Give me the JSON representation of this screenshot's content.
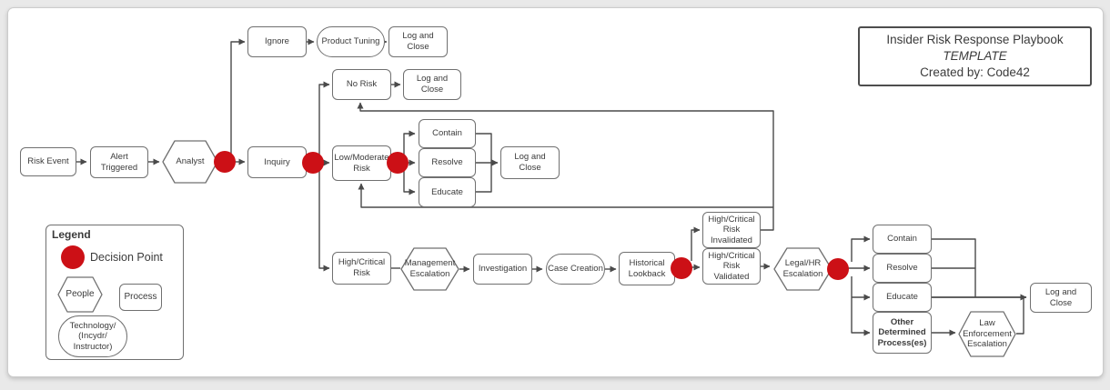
{
  "colors": {
    "page_bg": "#e9e9e9",
    "card_bg": "#ffffff",
    "card_border": "#cccccc",
    "node_border": "#707070",
    "edge": "#4a4a4a",
    "text": "#3b3b3b",
    "decision_point": "#cc1016",
    "title_border": "#4d4d4d"
  },
  "title_box": {
    "line1": "Insider Risk Response Playbook",
    "line2": "TEMPLATE",
    "line3": "Created by: Code42"
  },
  "legend": {
    "title": "Legend",
    "decision_point": "Decision Point",
    "people": "People",
    "process": "Process",
    "technology": "Technology/\n(Incydr/\nInstructor)"
  },
  "nodes": {
    "risk_event": "Risk Event",
    "alert_triggered": "Alert\nTriggered",
    "analyst": "Analyst",
    "ignore": "Ignore",
    "product_tuning": "Product Tuning",
    "log_and_close_top": "Log and\nClose",
    "inquiry": "Inquiry",
    "no_risk": "No Risk",
    "log_and_close_no_risk": "Log and\nClose",
    "low_moderate_risk": "Low/Moderate\nRisk",
    "contain_mid": "Contain",
    "resolve_mid": "Resolve",
    "educate_mid": "Educate",
    "log_and_close_mid": "Log and\nClose",
    "high_critical_risk": "High/Critical\nRisk",
    "management_escalation": "Management\nEscalation",
    "investigation": "Investigation",
    "case_creation": "Case Creation",
    "historical_lookback": "Historical\nLookback",
    "high_critical_invalidated": "High/Critical\nRisk\nInvalidated",
    "high_critical_validated": "High/Critical\nRisk\nValidated",
    "legal_hr_escalation": "Legal/HR\nEscalation",
    "contain_right": "Contain",
    "resolve_right": "Resolve",
    "educate_right": "Educate",
    "other_determined": "Other\nDetermined\nProcess(es)",
    "law_enforcement_escalation": "Law\nEnforcement\nEscalation",
    "log_and_close_final": "Log and\nClose"
  }
}
